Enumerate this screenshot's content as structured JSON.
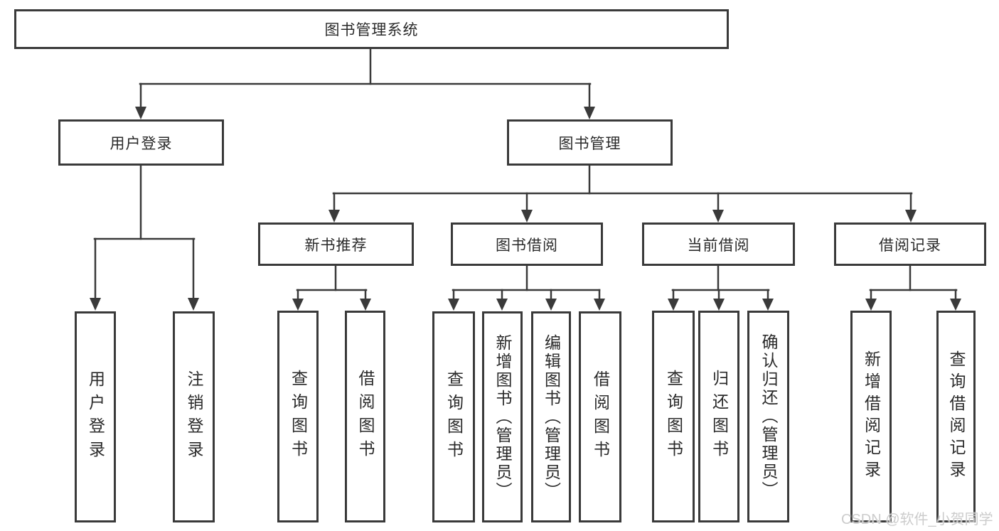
{
  "watermark": "CSDN @软件_小贺同学",
  "colors": {
    "line": "#3a3a3a",
    "text": "#2a2a2a",
    "box_background": "#ffffff",
    "watermark": "#cccccc",
    "background": "#ffffff"
  },
  "tree": {
    "root": {
      "label": "图书管理系统"
    },
    "branches": [
      {
        "label": "用户登录",
        "children": [
          {
            "label": "用户登录"
          },
          {
            "label": "注销登录"
          }
        ]
      },
      {
        "label": "图书管理",
        "children": [
          {
            "label": "新书推荐",
            "children": [
              {
                "label": "查询图书"
              },
              {
                "label": "借阅图书"
              }
            ]
          },
          {
            "label": "图书借阅",
            "children": [
              {
                "label": "查询图书"
              },
              {
                "label": "新增图书（管理员）"
              },
              {
                "label": "编辑图书（管理员）"
              },
              {
                "label": "借阅图书"
              }
            ]
          },
          {
            "label": "当前借阅",
            "children": [
              {
                "label": "查询图书"
              },
              {
                "label": "归还图书"
              },
              {
                "label": "确认归还（管理员）"
              }
            ]
          },
          {
            "label": "借阅记录",
            "children": [
              {
                "label": "新增借阅记录"
              },
              {
                "label": "查询借阅记录"
              }
            ]
          }
        ]
      }
    ]
  }
}
